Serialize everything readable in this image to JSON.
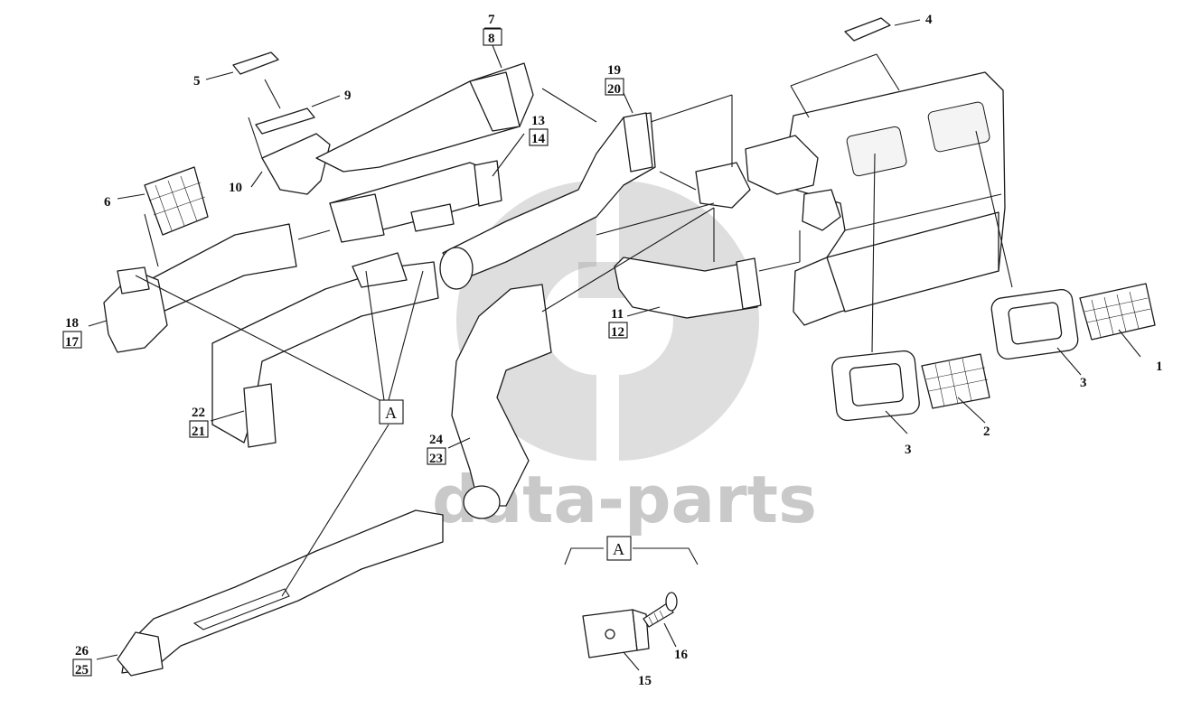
{
  "diagram": {
    "callouts": [
      {
        "id": "c1",
        "text": "1"
      },
      {
        "id": "c2",
        "text": "2"
      },
      {
        "id": "c3a",
        "text": "3"
      },
      {
        "id": "c3b",
        "text": "3"
      },
      {
        "id": "c4",
        "text": "4"
      },
      {
        "id": "c5",
        "text": "5"
      },
      {
        "id": "c6",
        "text": "6"
      },
      {
        "id": "c7",
        "text": "7"
      },
      {
        "id": "c8",
        "text": "8"
      },
      {
        "id": "c9",
        "text": "9"
      },
      {
        "id": "c10",
        "text": "10"
      },
      {
        "id": "c11",
        "text": "11"
      },
      {
        "id": "c12",
        "text": "12"
      },
      {
        "id": "c13",
        "text": "13"
      },
      {
        "id": "c14",
        "text": "14"
      },
      {
        "id": "c15",
        "text": "15"
      },
      {
        "id": "c16",
        "text": "16"
      },
      {
        "id": "c17",
        "text": "17"
      },
      {
        "id": "c18",
        "text": "18"
      },
      {
        "id": "c19",
        "text": "19"
      },
      {
        "id": "c20",
        "text": "20"
      },
      {
        "id": "c21",
        "text": "21"
      },
      {
        "id": "c22",
        "text": "22"
      },
      {
        "id": "c23",
        "text": "23"
      },
      {
        "id": "c24",
        "text": "24"
      },
      {
        "id": "c25",
        "text": "25"
      },
      {
        "id": "c26",
        "text": "26"
      }
    ],
    "detail_ref": "A",
    "detail_title": "A"
  },
  "watermark": {
    "text": "data-parts",
    "color": "#8a8a8a"
  }
}
